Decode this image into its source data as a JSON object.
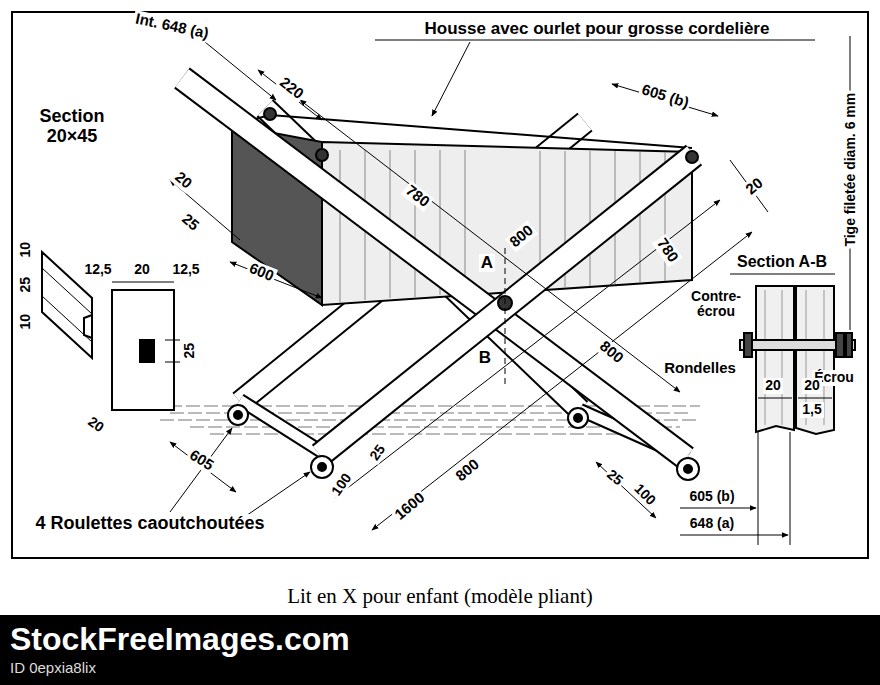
{
  "diagram": {
    "caption": "Lit en X pour enfant (modèle pliant)",
    "labels": [
      "Int. 648 (a)",
      "Housse avec ourlet pour grosse cordelière",
      "605 (b)",
      "Section 20×45",
      "220",
      "780",
      "800",
      "780",
      "20",
      "20",
      "25",
      "600",
      "A",
      "B",
      "800",
      "800",
      "1600",
      "Section A-B",
      "Tige filetée diam. 6 mm",
      "Contre-écrou",
      "Rondelles",
      "Écrou",
      "20",
      "20",
      "1,5",
      "10",
      "25",
      "10",
      "20",
      "12,5",
      "20",
      "12,5",
      "25",
      "605",
      "100",
      "25",
      "25",
      "100",
      "605 (b)",
      "648 (a)",
      "4 Roulettes caoutchoutées",
      "StockFreeImages.com",
      "ID 0epxia8lix"
    ]
  }
}
